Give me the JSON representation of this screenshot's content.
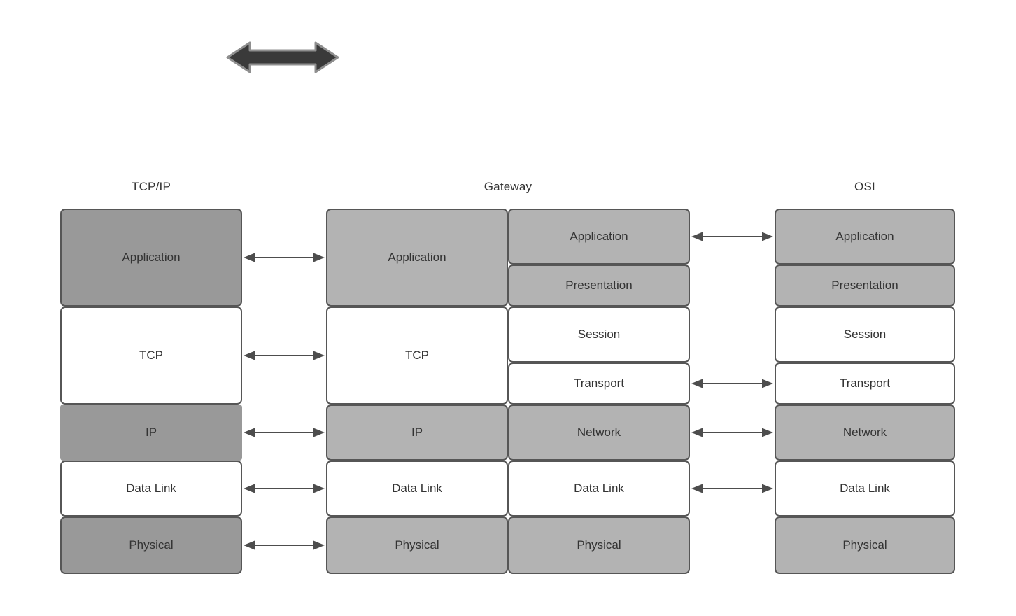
{
  "headers": {
    "tcpip": "TCP/IP",
    "gateway": "Gateway",
    "osi": "OSI"
  },
  "stacks": {
    "tcpip": {
      "layers": [
        {
          "label": "Application",
          "shade": "dark"
        },
        {
          "label": "TCP",
          "shade": "white"
        },
        {
          "label": "IP",
          "shade": "dark"
        },
        {
          "label": "Data Link",
          "shade": "white"
        },
        {
          "label": "Physical",
          "shade": "dark"
        }
      ]
    },
    "gateway_left": {
      "layers": [
        {
          "label": "Application",
          "shade": "light"
        },
        {
          "label": "TCP",
          "shade": "white"
        },
        {
          "label": "IP",
          "shade": "light"
        },
        {
          "label": "Data Link",
          "shade": "white"
        },
        {
          "label": "Physical",
          "shade": "light"
        }
      ]
    },
    "gateway_right": {
      "layers": [
        {
          "label": "Application",
          "shade": "light"
        },
        {
          "label": "Presentation",
          "shade": "light"
        },
        {
          "label": "Session",
          "shade": "white"
        },
        {
          "label": "Transport",
          "shade": "white"
        },
        {
          "label": "Network",
          "shade": "light"
        },
        {
          "label": "Data Link",
          "shade": "white"
        },
        {
          "label": "Physical",
          "shade": "light"
        }
      ]
    },
    "osi": {
      "layers": [
        {
          "label": "Application",
          "shade": "light"
        },
        {
          "label": "Presentation",
          "shade": "light"
        },
        {
          "label": "Session",
          "shade": "white"
        },
        {
          "label": "Transport",
          "shade": "white"
        },
        {
          "label": "Network",
          "shade": "light"
        },
        {
          "label": "Data Link",
          "shade": "white"
        },
        {
          "label": "Physical",
          "shade": "light"
        }
      ]
    }
  },
  "connections": {
    "tcpip_to_gateway": [
      "Application",
      "TCP",
      "IP",
      "Data Link",
      "Physical"
    ],
    "gateway_to_osi": [
      "Application",
      "Transport",
      "Network",
      "Data Link"
    ]
  },
  "colors": {
    "dark_gray": "#999999",
    "light_gray": "#b3b3b3",
    "white": "#ffffff",
    "box_border": "#565656",
    "thin_arrow": "#4d4d4d",
    "big_arrow_fill": "#3a3a3a",
    "big_arrow_stroke": "#8f8f8f",
    "text": "#333333"
  }
}
